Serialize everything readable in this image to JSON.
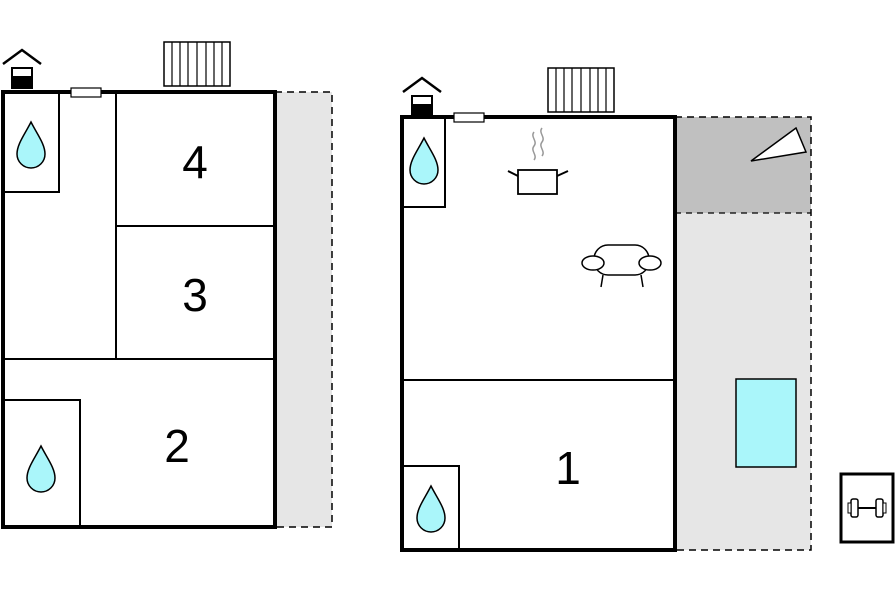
{
  "rooms": [
    {
      "id": "room-4",
      "label": "4"
    },
    {
      "id": "room-3",
      "label": "3"
    },
    {
      "id": "room-2",
      "label": "2"
    },
    {
      "id": "room-1",
      "label": "1"
    }
  ],
  "colors": {
    "wall": "#000000",
    "terrace": "#e6e6e6",
    "terrace_dark": "#c0c0c0",
    "water": "#aaf6fa",
    "pool": "#aaf6fa"
  },
  "icons": [
    "chimney-icon",
    "radiator-icon",
    "water-drop-icon",
    "cooking-pot-icon",
    "sofa-icon",
    "sunshade-icon",
    "pool",
    "fitness-dumbbell-icon"
  ]
}
